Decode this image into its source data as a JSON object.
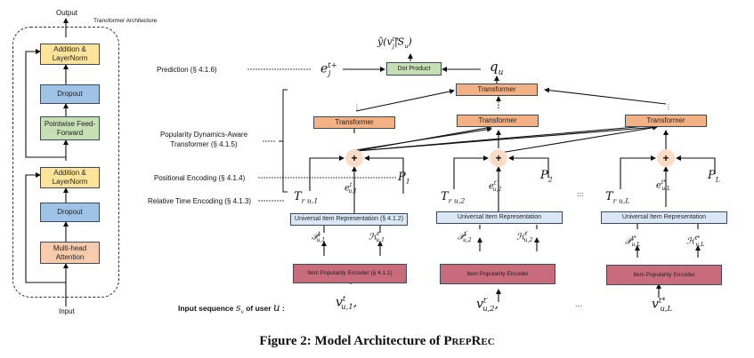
{
  "transformer_arch": {
    "title": "Transformer Architecture",
    "output_label": "Output",
    "input_label": "Input",
    "blocks": [
      {
        "label": "Addition & LayerNorm",
        "color": "#fde49a"
      },
      {
        "label": "Dropout",
        "color": "#9fc3e7"
      },
      {
        "label": "Pointwise Feed-Forward",
        "color": "#c6dfb4"
      },
      {
        "label": "Addition & LayerNorm",
        "color": "#fde49a"
      },
      {
        "label": "Dropout",
        "color": "#9fc3e7"
      },
      {
        "label": "Multi-head Attention",
        "color": "#f8cbad"
      }
    ]
  },
  "side_labels": {
    "prediction": "Prediction (§ 4.1.6)",
    "pdat": "Popularity Dynamics-Aware Transformer (§ 4.1.5)",
    "positional": "Positional Encoding (§ 4.1.4)",
    "relative_time": "Relative Time Encoding (§ 4.1.3)",
    "input_sequence_prefix": "Input sequence",
    "input_sequence_of_user": "of user",
    "input_sequence_colon": ":"
  },
  "top": {
    "dot_product": "Dot Product",
    "top_transformer": "Transformer",
    "output_math": "ŷ(v",
    "output_math_sup": "t+",
    "output_math_sub": "j",
    "output_math_end": "|S",
    "output_math_end_sub": "u",
    "output_math_close": ")",
    "e_base": "e",
    "e_sup": "t+",
    "e_sub": "j",
    "q_base": "q",
    "q_sub": "u"
  },
  "columns": [
    {
      "transformer": "Transformer",
      "uir": "Universal Item Representation (§ 4.1.2)",
      "encoder": "Item Popularity Encoder (§ 4.1.1)",
      "T_sub": "r u,1",
      "e_sup": "t",
      "e_sub": "u,1",
      "P_sub": "1",
      "P_cal_sup": "t",
      "P_cal_sub": "u,1",
      "H_sup": "t",
      "H_sub": "u,1",
      "v_sup": "t",
      "v_sub": "u,1",
      "v_trail": ","
    },
    {
      "transformer": "Transformer",
      "uir": "Universal Item Representation",
      "encoder": "Item Popularity Encoder",
      "T_sub": "r u,2",
      "e_sup": "t′",
      "e_sub": "u,2",
      "P_sub": "2",
      "P_cal_sup": "t′",
      "P_cal_sub": "u,2",
      "H_sup": "t′",
      "H_sub": "u,2",
      "v_sup": "t′",
      "v_sub": "u,2",
      "v_trail": ","
    },
    {
      "transformer": "Transformer",
      "uir": "Universal Item Representation",
      "encoder": "Item Popularity Encoder",
      "T_sub": "r u,L",
      "e_sup": "t*",
      "e_sub": "u,L",
      "P_sub": "L",
      "P_cal_sup": "t*",
      "P_cal_sub": "u,L",
      "H_sup": "t*",
      "H_sub": "u,L",
      "v_sup": "t*",
      "v_sub": "u,L",
      "v_trail": ""
    }
  ],
  "ellipsis": "...",
  "plus_symbol": "+",
  "caption": {
    "prefix": "Figure 2: Model Architecture of ",
    "name": "PrepRec"
  }
}
